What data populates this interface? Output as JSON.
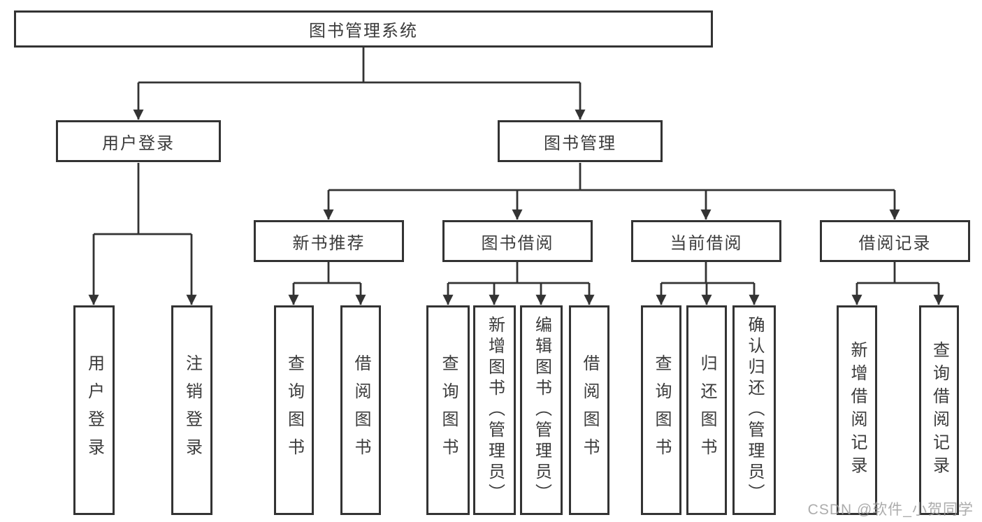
{
  "tree": {
    "label": "图书管理系统",
    "children": [
      {
        "label": "用户登录",
        "children": [
          {
            "label": "用户登录"
          },
          {
            "label": "注销登录"
          }
        ]
      },
      {
        "label": "图书管理",
        "children": [
          {
            "label": "新书推荐",
            "children": [
              {
                "label": "查询图书"
              },
              {
                "label": "借阅图书"
              }
            ]
          },
          {
            "label": "图书借阅",
            "children": [
              {
                "label": "查询图书"
              },
              {
                "label": "新增图书（管理员）"
              },
              {
                "label": "编辑图书（管理员）"
              },
              {
                "label": "借阅图书"
              }
            ]
          },
          {
            "label": "当前借阅",
            "children": [
              {
                "label": "查询图书"
              },
              {
                "label": "归还图书"
              },
              {
                "label": "确认归还（管理员）"
              }
            ]
          },
          {
            "label": "借阅记录",
            "children": [
              {
                "label": "新增借阅记录"
              },
              {
                "label": "查询借阅记录"
              }
            ]
          }
        ]
      }
    ]
  },
  "watermark": "CSDN @软件_小贺同学",
  "colors": {
    "line": "#333333",
    "box_border": "#333333",
    "text": "#3b3b3b",
    "background": "#ffffff",
    "watermark": "#9e9e9e"
  }
}
